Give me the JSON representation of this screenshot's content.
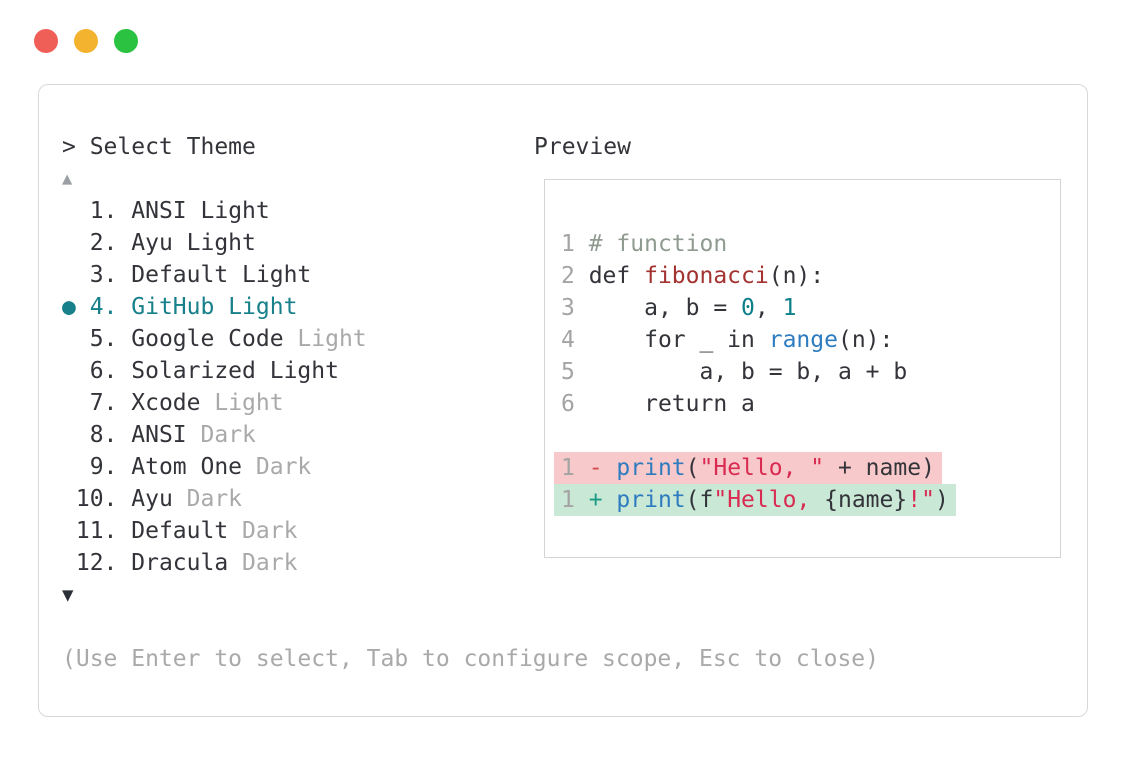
{
  "colors": {
    "dark": "#33343a",
    "dim": "#a9a9a9",
    "teal": "#17808a",
    "blue": "#2e7cbf",
    "string": "#d92b52",
    "minus": "#d4484f",
    "plus": "#1a9b85",
    "func": "#a33331",
    "comment": "#8f9b90",
    "number": "#0d7f88",
    "linenum": "#a4a4a4",
    "removed_bg": "#f8c9ca",
    "added_bg": "#c9e8d5",
    "window_border": "#d8d8d8",
    "box_border": "#d5d5d5",
    "light_red": "#f05f57",
    "light_yellow": "#f3b32e",
    "light_green": "#2bc241",
    "arrow_up": "#9b9fa4",
    "arrow_down": "#2b2f38"
  },
  "picker": {
    "prompt": "> Select Theme",
    "scroll_up_icon": "▲",
    "scroll_down_icon": "▼",
    "selected_bullet": "●",
    "items": [
      {
        "num": "1.",
        "name": "ANSI",
        "suffix": "Light",
        "suffix_dim": false,
        "selected": false
      },
      {
        "num": "2.",
        "name": "Ayu",
        "suffix": "Light",
        "suffix_dim": false,
        "selected": false
      },
      {
        "num": "3.",
        "name": "Default",
        "suffix": "Light",
        "suffix_dim": false,
        "selected": false
      },
      {
        "num": "4.",
        "name": "GitHub",
        "suffix": "Light",
        "suffix_dim": false,
        "selected": true
      },
      {
        "num": "5.",
        "name": "Google Code",
        "suffix": "Light",
        "suffix_dim": true,
        "selected": false
      },
      {
        "num": "6.",
        "name": "Solarized",
        "suffix": "Light",
        "suffix_dim": false,
        "selected": false
      },
      {
        "num": "7.",
        "name": "Xcode",
        "suffix": "Light",
        "suffix_dim": true,
        "selected": false
      },
      {
        "num": "8.",
        "name": "ANSI",
        "suffix": "Dark",
        "suffix_dim": true,
        "selected": false
      },
      {
        "num": "9.",
        "name": "Atom One",
        "suffix": "Dark",
        "suffix_dim": true,
        "selected": false
      },
      {
        "num": "10.",
        "name": "Ayu",
        "suffix": "Dark",
        "suffix_dim": true,
        "selected": false
      },
      {
        "num": "11.",
        "name": "Default",
        "suffix": "Dark",
        "suffix_dim": true,
        "selected": false
      },
      {
        "num": "12.",
        "name": "Dracula",
        "suffix": "Dark",
        "suffix_dim": true,
        "selected": false
      }
    ],
    "footer_hint": "(Use Enter to select, Tab to configure scope, Esc to close)"
  },
  "preview": {
    "label": "Preview",
    "code_lines": [
      {
        "ln": "1",
        "bg": null,
        "tokens": [
          {
            "t": "# function",
            "c": "comment"
          }
        ]
      },
      {
        "ln": "2",
        "bg": null,
        "tokens": [
          {
            "t": "def ",
            "c": "plain"
          },
          {
            "t": "fibonacci",
            "c": "func"
          },
          {
            "t": "(n):",
            "c": "plain"
          }
        ]
      },
      {
        "ln": "3",
        "bg": null,
        "tokens": [
          {
            "t": "    a, b = ",
            "c": "plain"
          },
          {
            "t": "0",
            "c": "num"
          },
          {
            "t": ", ",
            "c": "plain"
          },
          {
            "t": "1",
            "c": "num"
          }
        ]
      },
      {
        "ln": "4",
        "bg": null,
        "tokens": [
          {
            "t": "    for _ in ",
            "c": "plain"
          },
          {
            "t": "range",
            "c": "builtin"
          },
          {
            "t": "(n):",
            "c": "plain"
          }
        ]
      },
      {
        "ln": "5",
        "bg": null,
        "tokens": [
          {
            "t": "        a, b = b, a + b",
            "c": "plain"
          }
        ]
      },
      {
        "ln": "6",
        "bg": null,
        "tokens": [
          {
            "t": "    return a",
            "c": "plain"
          }
        ]
      },
      {
        "ln": "",
        "bg": null,
        "tokens": []
      },
      {
        "ln": "1",
        "bg": "removed",
        "tokens": [
          {
            "t": "- ",
            "c": "minus"
          },
          {
            "t": "print",
            "c": "builtin"
          },
          {
            "t": "(",
            "c": "plain"
          },
          {
            "t": "\"Hello, \"",
            "c": "str"
          },
          {
            "t": " + name)",
            "c": "plain"
          }
        ]
      },
      {
        "ln": "1",
        "bg": "added",
        "tokens": [
          {
            "t": "+ ",
            "c": "plus"
          },
          {
            "t": "print",
            "c": "builtin"
          },
          {
            "t": "(f",
            "c": "plain"
          },
          {
            "t": "\"Hello, ",
            "c": "str"
          },
          {
            "t": "{name}",
            "c": "plain"
          },
          {
            "t": "!\"",
            "c": "str"
          },
          {
            "t": ")",
            "c": "plain"
          }
        ]
      }
    ]
  }
}
